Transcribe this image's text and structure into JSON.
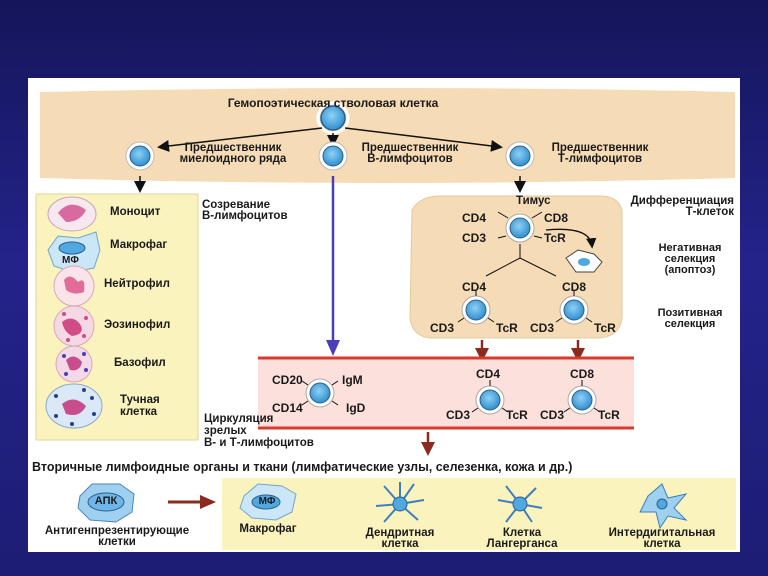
{
  "labels": {
    "hsc": "Гемопоэтическая стволовая клетка",
    "myeloid": [
      "Предшественник",
      "миелоидного ряда"
    ],
    "bprec": [
      "Предшественник",
      "В-лимфоцитов"
    ],
    "tprec": [
      "Предшественник",
      "Т-лимфоцитов"
    ],
    "bmat": [
      "Созревание",
      "В-лимфоцитов"
    ],
    "thymus": "Тимус",
    "tdiff": [
      "Дифференциация",
      "Т-клеток"
    ],
    "negsel": [
      "Негативная",
      "селекция",
      "(апоптоз)"
    ],
    "possel": [
      "Позитивная",
      "селекция"
    ],
    "circ": [
      "Циркуляция",
      "зрелых",
      "В- и Т-лимфоцитов"
    ],
    "secondary": "Вторичные лимфоидные органы и ткани (лимфатические узлы, селезенка, кожа и др.)",
    "apc_full": [
      "Антигенпрезентирующие",
      "клетки"
    ]
  },
  "myeloid_cells": [
    "Моноцит",
    "Макрофаг",
    "Нейтрофил",
    "Эозинофил",
    "Базофил",
    "Тучная клетка"
  ],
  "mf_abbr": "МФ",
  "apc_abbr": "АПК",
  "markers": {
    "cd4": "CD4",
    "cd8": "CD8",
    "cd3": "CD3",
    "tcr": "TcR",
    "cd20": "CD20",
    "cd14": "CD14",
    "igm": "IgM",
    "igd": "IgD"
  },
  "apc_cells": {
    "macrophage": "Макрофаг",
    "dendritic": [
      "Дендритная",
      "клетка"
    ],
    "langerhans": [
      "Клетка",
      "Лангерганса"
    ],
    "interdigital": [
      "Интердигитальная",
      "клетка"
    ]
  },
  "colors": {
    "peach": "#f6dcb6",
    "yellow": "#fbf3be",
    "pink_band": "#fbe0dc",
    "cell_blue": "#4fa8e0",
    "arrow_blue": "#4a3fb8",
    "arrow_red": "#8b2a1f",
    "red_line": "#d83a2e"
  }
}
